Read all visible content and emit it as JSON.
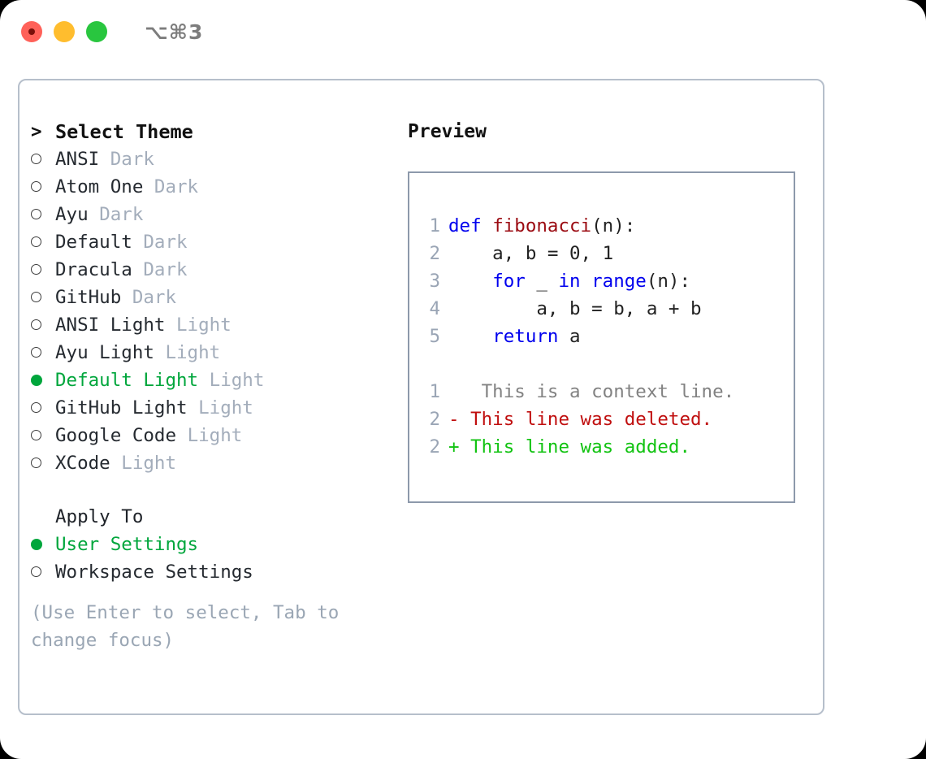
{
  "titlebar": {
    "shortcut": "⌥⌘3",
    "buttons": [
      {
        "name": "close",
        "color": "#ff6159"
      },
      {
        "name": "minimize",
        "color": "#ffbd2e"
      },
      {
        "name": "zoom",
        "color": "#29c63f"
      }
    ]
  },
  "theme_list": {
    "header": "Select Theme",
    "header_marker": ">",
    "items": [
      {
        "marker": "○",
        "name": "ANSI",
        "category": "Dark",
        "selected": false
      },
      {
        "marker": "○",
        "name": "Atom One",
        "category": "Dark",
        "selected": false
      },
      {
        "marker": "○",
        "name": "Ayu",
        "category": "Dark",
        "selected": false
      },
      {
        "marker": "○",
        "name": "Default",
        "category": "Dark",
        "selected": false
      },
      {
        "marker": "○",
        "name": "Dracula",
        "category": "Dark",
        "selected": false
      },
      {
        "marker": "○",
        "name": "GitHub",
        "category": "Dark",
        "selected": false
      },
      {
        "marker": "○",
        "name": "ANSI Light",
        "category": "Light",
        "selected": false
      },
      {
        "marker": "○",
        "name": "Ayu Light",
        "category": "Light",
        "selected": false
      },
      {
        "marker": "●",
        "name": "Default Light",
        "category": "Light",
        "selected": true
      },
      {
        "marker": "○",
        "name": "GitHub Light",
        "category": "Light",
        "selected": false
      },
      {
        "marker": "○",
        "name": "Google Code",
        "category": "Light",
        "selected": false
      },
      {
        "marker": "○",
        "name": "XCode",
        "category": "Light",
        "selected": false
      }
    ]
  },
  "apply_to": {
    "label": "Apply To",
    "options": [
      {
        "marker": "●",
        "label": "User Settings",
        "selected": true
      },
      {
        "marker": "○",
        "label": "Workspace Settings",
        "selected": false
      }
    ]
  },
  "hint": "(Use Enter to select, Tab to change focus)",
  "preview": {
    "title": "Preview",
    "code_lines": [
      {
        "no": "1",
        "tokens": [
          {
            "t": "def ",
            "c": "kw"
          },
          {
            "t": "fibonacci",
            "c": "fn"
          },
          {
            "t": "(n):",
            "c": "plain"
          }
        ]
      },
      {
        "no": "2",
        "tokens": [
          {
            "t": "    a, b = 0, 1",
            "c": "plain"
          }
        ]
      },
      {
        "no": "3",
        "tokens": [
          {
            "t": "    ",
            "c": "plain"
          },
          {
            "t": "for",
            "c": "kw"
          },
          {
            "t": " _ ",
            "c": "plain"
          },
          {
            "t": "in",
            "c": "kw"
          },
          {
            "t": " ",
            "c": "plain"
          },
          {
            "t": "range",
            "c": "kw"
          },
          {
            "t": "(n):",
            "c": "plain"
          }
        ]
      },
      {
        "no": "4",
        "tokens": [
          {
            "t": "        a, b = b, a + b",
            "c": "plain"
          }
        ]
      },
      {
        "no": "5",
        "tokens": [
          {
            "t": "    ",
            "c": "plain"
          },
          {
            "t": "return",
            "c": "kw"
          },
          {
            "t": " a",
            "c": "plain"
          }
        ]
      }
    ],
    "diff_lines": [
      {
        "no": "1",
        "sign": " ",
        "text": "  This is a context line.",
        "kind": "ctx"
      },
      {
        "no": "2",
        "sign": "-",
        "text": " This line was deleted.",
        "kind": "del"
      },
      {
        "no": "2",
        "sign": "+",
        "text": " This line was added.",
        "kind": "add"
      }
    ]
  },
  "colors": {
    "selected_green": "#00a63c",
    "category_gray": "#a3adbb",
    "hint_gray": "#9aa6b4",
    "line_number": "#9aa5b5",
    "keyword_blue": "#0000ee",
    "function_red": "#9b0b12",
    "diff_deleted": "#c00f0f",
    "diff_added": "#12c312",
    "diff_context": "#828282",
    "panel_border": "#b6bfcb",
    "preview_border": "#8d99ab"
  }
}
